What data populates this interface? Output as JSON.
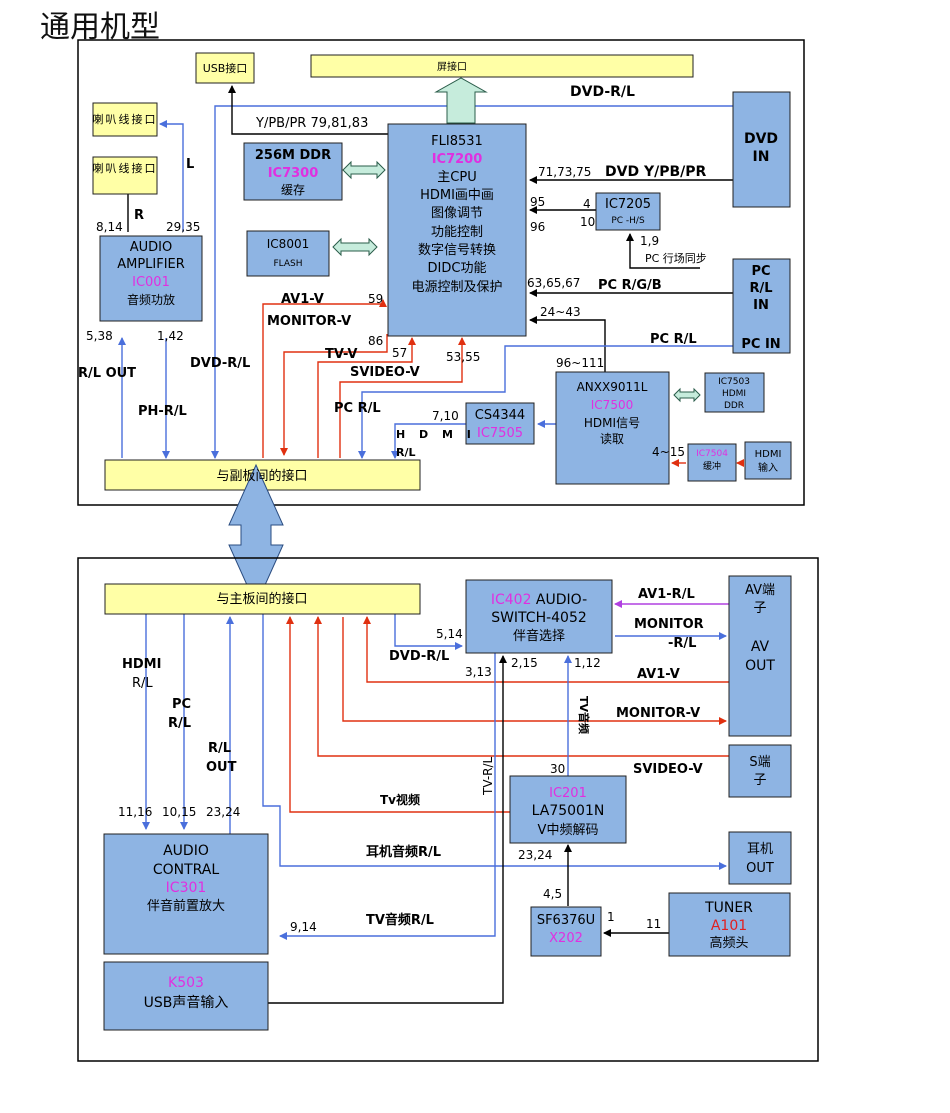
{
  "title": "通用机型",
  "main_board": {
    "usb_port": "USB接口",
    "screen_port": "屏接口",
    "cpu": {
      "l1": "FLI8531",
      "l2": "IC7200",
      "l3": "主CPU",
      "l4": "HDMI画中画",
      "l5": "图像调节",
      "l6": "功能控制",
      "l7": "数字信号转换",
      "l8": "DIDC功能",
      "l9": "电源控制及保护"
    },
    "ddr": {
      "l1": "256M DDR",
      "l2": "IC7300",
      "l3": "缓存"
    },
    "flash": {
      "l1": "IC8001",
      "l2": "FLASH"
    },
    "speaker1": "喇叭线接口",
    "speaker2": "喇叭线接口",
    "amp": {
      "l1": "AUDIO",
      "l2": "AMPLIFIER",
      "l3": "IC001",
      "l4": "音频功放"
    },
    "dvd_in": {
      "l1": "DVD",
      "l2": "IN"
    },
    "ic7205": {
      "l1": "IC7205",
      "l2": "PC -H/S"
    },
    "pc_rl_in": {
      "l1": "PC",
      "l2": "R/L",
      "l3": "IN"
    },
    "pc_in": "PC IN",
    "anx": {
      "l1": "ANXX9011L",
      "l2": "IC7500",
      "l3": "HDMI信号",
      "l4": "读取"
    },
    "ic7503": {
      "l1": "IC7503",
      "l2": "HDMI",
      "l3": "DDR"
    },
    "ic7504": {
      "l1": "IC7504",
      "l2": "缓冲"
    },
    "hdmi_in": {
      "l1": "HDMI",
      "l2": "输入"
    },
    "cs4344": {
      "l1": "CS4344",
      "l2": "IC7505"
    },
    "sub_interface": "与副板间的接口",
    "labels": {
      "dvd_rl_top": "DVD-R/L",
      "ypbpr": "Y/PB/PR 79,81,83",
      "pins_717375": "71,73,75",
      "dvd_ypbpr": "DVD Y/PB/PR",
      "L": "L",
      "R": "R",
      "p814": "8,14",
      "p2935": "29,35",
      "p95": "95",
      "p96": "96",
      "p4": "4",
      "p10": "10",
      "p19": "1,9",
      "pc_hsync": "PC 行场同步",
      "p636567": "63,65,67",
      "pc_rgb": "PC R/G/B",
      "av1v": "AV1-V",
      "p59": "59",
      "monv": "MONITOR-V",
      "p86": "86",
      "p24_43": "24~43",
      "pc_rl": "PC R/L",
      "p538": "5,38",
      "p142": "1,42",
      "tvv": "TV-V",
      "p57": "57",
      "p5355": "53,55",
      "dvd_rl_mid": "DVD-R/L",
      "p96_111": "96~111",
      "rl_out": "R/L OUT",
      "svideo": "SVIDEO-V",
      "ph_rl": "PH-R/L",
      "pc_rl2": "PC R/L",
      "p710": "7,10",
      "hdmi_rl": "H D M I",
      "rl_small": "R/L",
      "p4_15": "4~15"
    }
  },
  "sub_board": {
    "main_interface": "与主板间的接口",
    "ic402": {
      "l1a": "IC402",
      "l1b": " AUDIO-",
      "l2": "SWITCH-4052",
      "l3": "伴音选择"
    },
    "av_port": {
      "l1": "AV端",
      "l2": "子",
      "l3": "AV",
      "l4": "OUT"
    },
    "s_port": {
      "l1": "S端",
      "l2": "子"
    },
    "earphone": {
      "l1": "耳机",
      "l2": "OUT"
    },
    "ic201": {
      "l1": "IC201",
      "l2": "LA75001N",
      "l3": "V中频解码"
    },
    "audio_contral": {
      "l1": "AUDIO",
      "l2": "CONTRAL",
      "l3": "IC301",
      "l4": "伴音前置放大"
    },
    "usb_sound": {
      "l1": "K503",
      "l2": "USB声音输入"
    },
    "sf6376": {
      "l1": "SF6376U",
      "l2": "X202"
    },
    "tuner": {
      "l1": "TUNER",
      "l2": "A101",
      "l3": "高频头"
    },
    "labels": {
      "av1_rl": "AV1-R/L",
      "monitor": "MONITOR",
      "monitor_rl": "-R/L",
      "p514": "5,14",
      "dvd_rl": "DVD-R/L",
      "p313": "3,13",
      "p215": "2,15",
      "p112": "1,12",
      "av1_v": "AV1-V",
      "hdmi": "HDMI",
      "hdmi_rl": "R/L",
      "pc": "PC",
      "pc_rl": "R/L",
      "rl": "R/L",
      "out": "OUT",
      "monitor_v": "MONITOR-V",
      "tv_audio_v": "TV音频",
      "tv_rl": "TV-R/L",
      "p30": "30",
      "svideo_v": "SVIDEO-V",
      "p1116": "11,16",
      "p1015": "10,15",
      "p2324": "23,24",
      "tv_video": "Tv视频",
      "earphone_rl": "耳机音频R/L",
      "p2324b": "23,24",
      "p45": "4,5",
      "p1": "1",
      "p11": "11",
      "tv_audio_rl": "TV音频R/L",
      "p914": "9,14"
    }
  },
  "colors": {
    "box_blue": "#8eb4e3",
    "box_yellow": "#ffffa6",
    "arrow_blue": "#4a6fdc",
    "arrow_red": "#e03010",
    "arrow_black": "#000000",
    "chip_magenta": "#e030e0",
    "chip_red": "#e02020",
    "connector_fill": "#c6ecdc"
  }
}
